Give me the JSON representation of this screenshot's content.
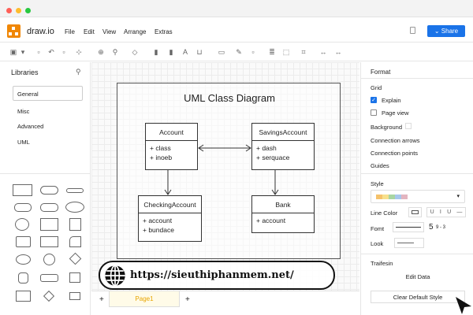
{
  "window": {
    "traffic_lights": [
      "#ff5f57",
      "#febc2e",
      "#28c840"
    ]
  },
  "menubar": {
    "app_name": "draw.io",
    "items": [
      "File",
      "Edit",
      "View",
      "Arrange",
      "Extras"
    ],
    "share_label": "Share",
    "share_color": "#1a73e8",
    "logo_color": "#f08705"
  },
  "toolbar": {
    "icons": [
      "page-icon",
      "dropdown-icon",
      "fit-icon",
      "undo-icon",
      "redo-icon",
      "delete-icon",
      "zoom-in-icon",
      "zoom-out-icon",
      "shape-icon",
      "trash-icon",
      "trash-icon",
      "text-icon",
      "format-icon",
      "rectangle-icon",
      "fill-icon",
      "line-icon",
      "align-icon",
      "group-icon",
      "crop-icon",
      "width-icon",
      "height-icon"
    ]
  },
  "libraries": {
    "title": "Libraries",
    "search_value": "General",
    "items": [
      "Misc",
      "Advanced",
      "UML"
    ]
  },
  "diagram": {
    "title": "UML Class Diagram",
    "classes": [
      {
        "name": "Account",
        "attrs": [
          "+ class",
          "+ inoeb"
        ]
      },
      {
        "name": "SavingsAccount",
        "attrs": [
          "+ dash",
          "+ serquace"
        ]
      },
      {
        "name": "CheckingAccount",
        "attrs": [
          "+ account",
          "+ bundace"
        ]
      },
      {
        "name": "Bank",
        "attrs": [
          "+ account"
        ]
      }
    ]
  },
  "pages": {
    "add_label": "+",
    "current": "Page1"
  },
  "format": {
    "title": "Format",
    "grid_label": "Grid",
    "explain_label": "Explain",
    "explain_checked": true,
    "page_view_label": "Page view",
    "page_view_checked": false,
    "background_label": "Background",
    "connection_arrows": "Connection arrows",
    "connection_points": "Connection points",
    "guides": "Guides",
    "style_label": "Style",
    "style_swatches": [
      "#f5c26b",
      "#f7e08c",
      "#a8d5a2",
      "#a7c7ec",
      "#e3b5c0"
    ],
    "line_color_label": "Line Color",
    "font_label": "Fomt",
    "font_size": "5",
    "font_extra": "9 - 3",
    "look_label": "Look",
    "section_label": "Traifesin",
    "edit_data": "Edit Data",
    "clear_style": "Clear Default Style"
  },
  "watermark": {
    "url": "https://sieuthiphanmem.net/"
  }
}
